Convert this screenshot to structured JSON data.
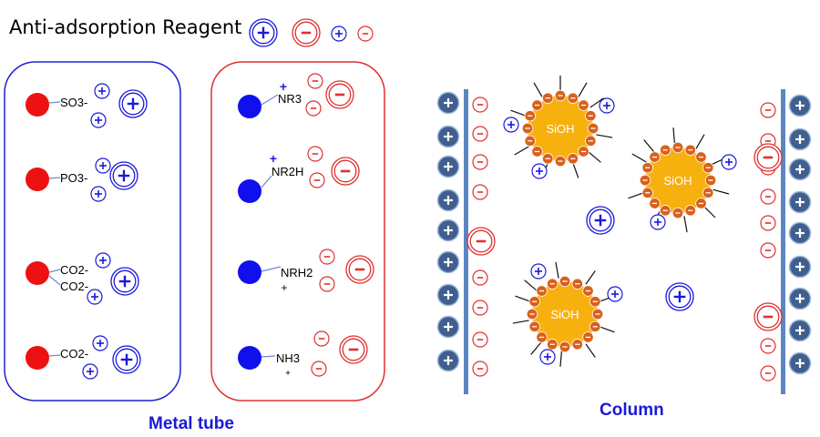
{
  "header": {
    "title": "Anti-adsorption Reagent"
  },
  "legend": {
    "items": [
      "+",
      "-",
      "+",
      "-"
    ]
  },
  "metal_tube": {
    "caption": "Metal tube",
    "anionic": [
      "SO3-",
      "PO3-",
      "CO2-",
      "CO2-",
      "CO2-"
    ],
    "cationic": [
      "NR3",
      "NR2H",
      "NRH2",
      "NH3"
    ],
    "plus_marks": [
      "+",
      "+",
      "+",
      "+"
    ]
  },
  "column": {
    "caption": "Column",
    "particle_label": "SiOH"
  },
  "colors": {
    "positive": "#1a1ad8",
    "negative": "#e03030",
    "metal_anion": "#ee1111",
    "metal_cation": "#1010ee",
    "wall": "#5b86c2",
    "wall_ion": "#3f5f8f",
    "particle": "#f7b10e",
    "surface_charge": "#d9611d"
  }
}
